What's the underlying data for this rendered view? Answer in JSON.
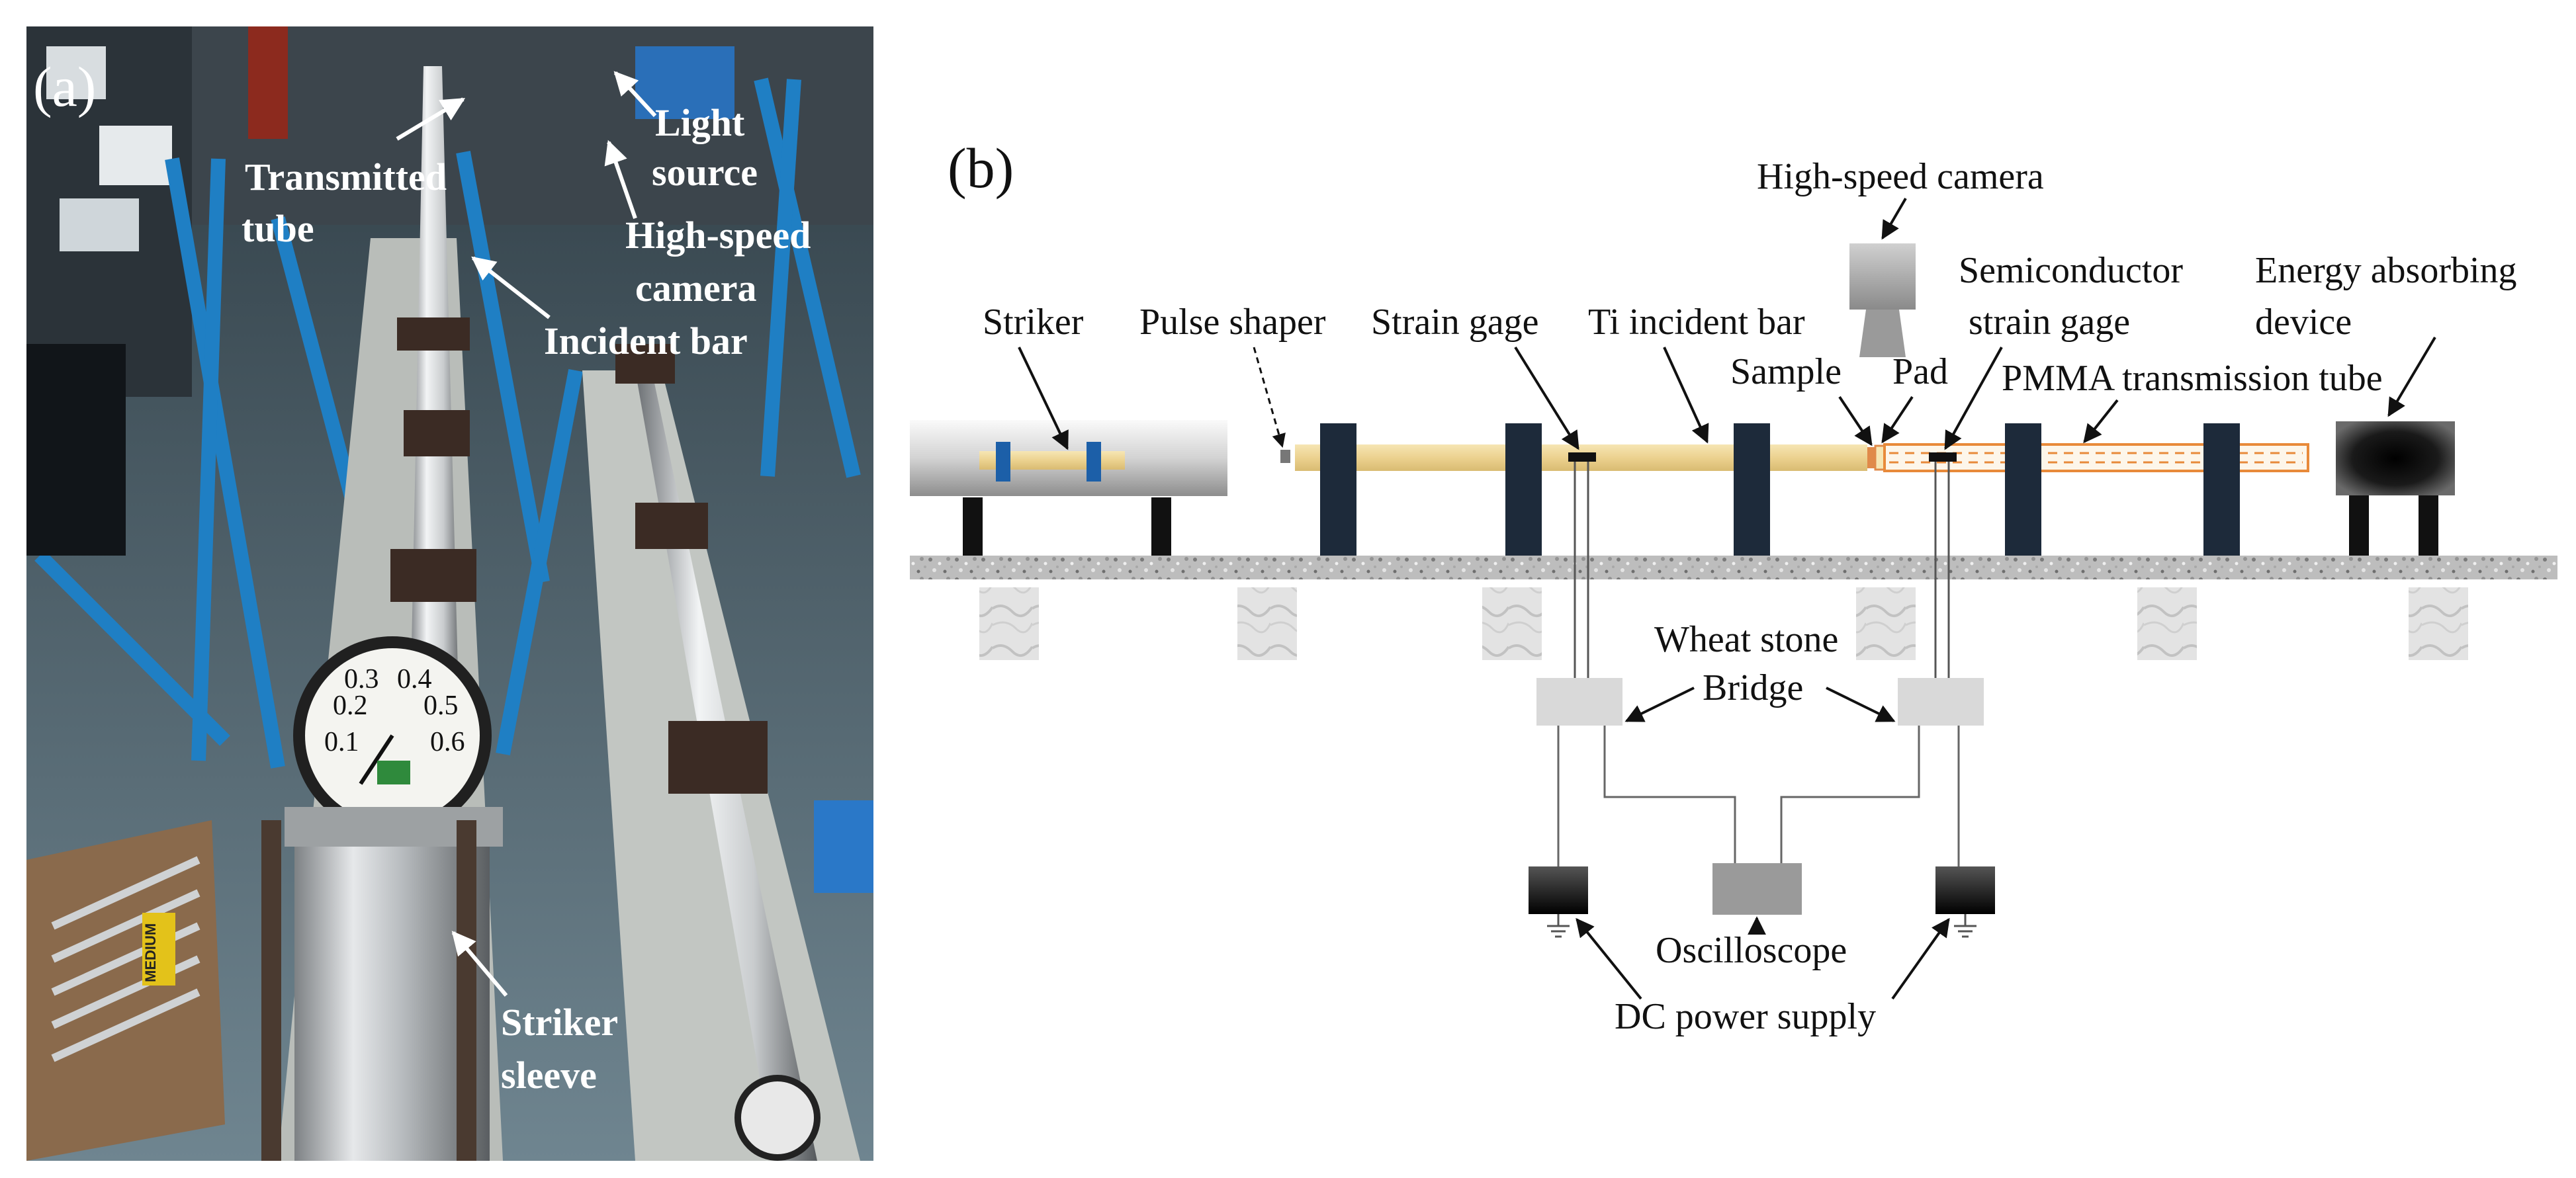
{
  "panel_a": {
    "label": "(a)",
    "callouts": {
      "transmitted_1": "Transmitted",
      "transmitted_2": "tube",
      "light_1": "Light",
      "light_2": "source",
      "camera_1": "High-speed",
      "camera_2": "camera",
      "incident": "Incident bar",
      "striker_1": "Striker",
      "striker_2": "sleeve"
    },
    "gauge_dial": [
      "0.1",
      "0.2",
      "0.3",
      "0.4",
      "0.5",
      "0.6"
    ],
    "sticker_text": "MEDIUM"
  },
  "panel_b": {
    "label": "(b)",
    "labels": {
      "high_speed_camera": "High-speed camera",
      "striker": "Striker",
      "pulse_shaper": "Pulse shaper",
      "strain_gage": "Strain gage",
      "ti_incident_bar": "Ti incident bar",
      "sample": "Sample",
      "pad": "Pad",
      "semiconductor_1": "Semiconductor",
      "semiconductor_2": "strain gage",
      "energy_1": "Energy absorbing",
      "energy_2": "device",
      "pmma_tube": "PMMA transmission tube",
      "wheatstone_1": "Wheat stone",
      "wheatstone_2": "Bridge",
      "oscilloscope": "Oscilloscope",
      "dc_power": "DC power supply"
    }
  },
  "colors": {
    "bar": "#eed89a",
    "striker_band": "#1c5fa8",
    "support": "#1d2a3a",
    "frame_blue": "#1f7fc4",
    "floor": "#5f7480"
  }
}
